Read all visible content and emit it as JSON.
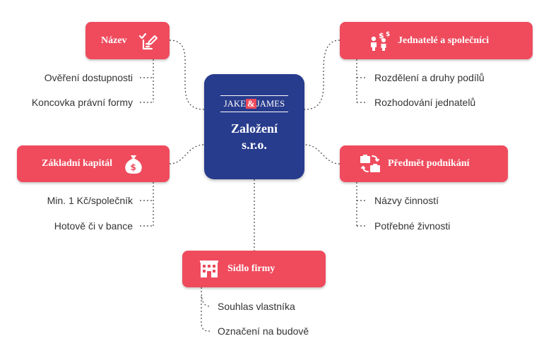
{
  "center": {
    "brand_left": "JAKE",
    "brand_amp": "&",
    "brand_right": "JAMES",
    "title_line1": "Založení",
    "title_line2": "s.r.o."
  },
  "branches": {
    "nazev": {
      "label": "Název",
      "icon": "checklist-pencil-icon",
      "items": [
        "Ověření dostupnosti",
        "Koncovka právní formy"
      ]
    },
    "kapital": {
      "label": "Základní kapitál",
      "icon": "money-bag-icon",
      "items": [
        "Min. 1 Kč/společník",
        "Hotově či v bance"
      ]
    },
    "jednatele": {
      "label": "Jednatelé a společníci",
      "icon": "people-dollar-icon",
      "items": [
        "Rozdělení a druhy podílů",
        "Rozhodování jednatelů"
      ]
    },
    "predmet": {
      "label": "Předmět podnikání",
      "icon": "briefcase-exchange-icon",
      "items": [
        "Názvy činností",
        "Potřebné živnosti"
      ]
    },
    "sidlo": {
      "label": "Sídlo firmy",
      "icon": "building-icon",
      "items": [
        "Souhlas vlastníka",
        "Označení na budově"
      ]
    }
  },
  "colors": {
    "node": "#ef4b5d",
    "center": "#283c8d",
    "connector": "#444444",
    "text": "#333333"
  }
}
